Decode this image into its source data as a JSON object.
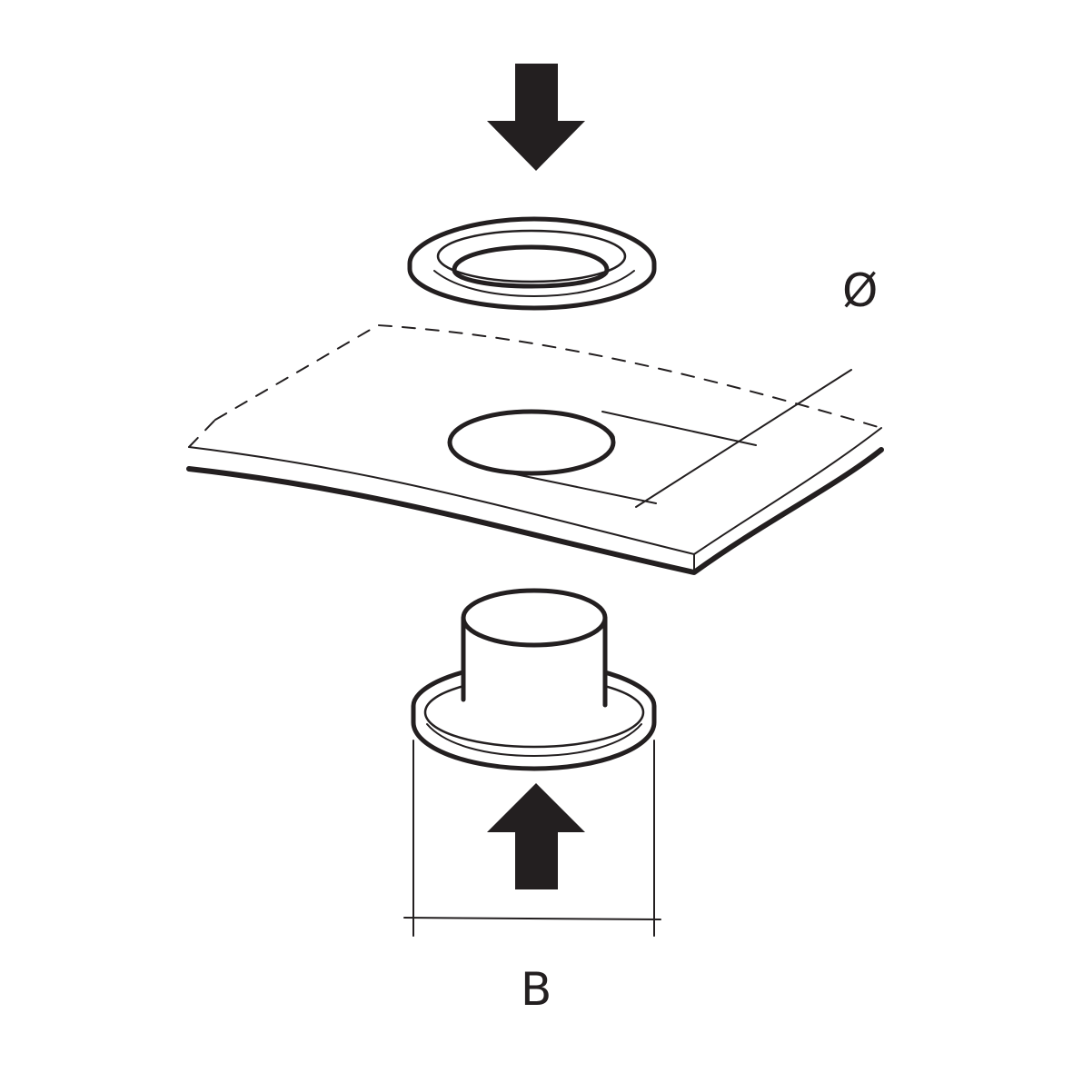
{
  "labels": {
    "diameter_symbol": "Ø",
    "width_symbol": "B"
  },
  "colors": {
    "ink": "#231f20",
    "background": "#ffffff"
  },
  "parts": [
    "press-arrow-down",
    "eyelet-washer-ring",
    "fabric-sheet",
    "eyelet-grommet",
    "press-arrow-up"
  ]
}
